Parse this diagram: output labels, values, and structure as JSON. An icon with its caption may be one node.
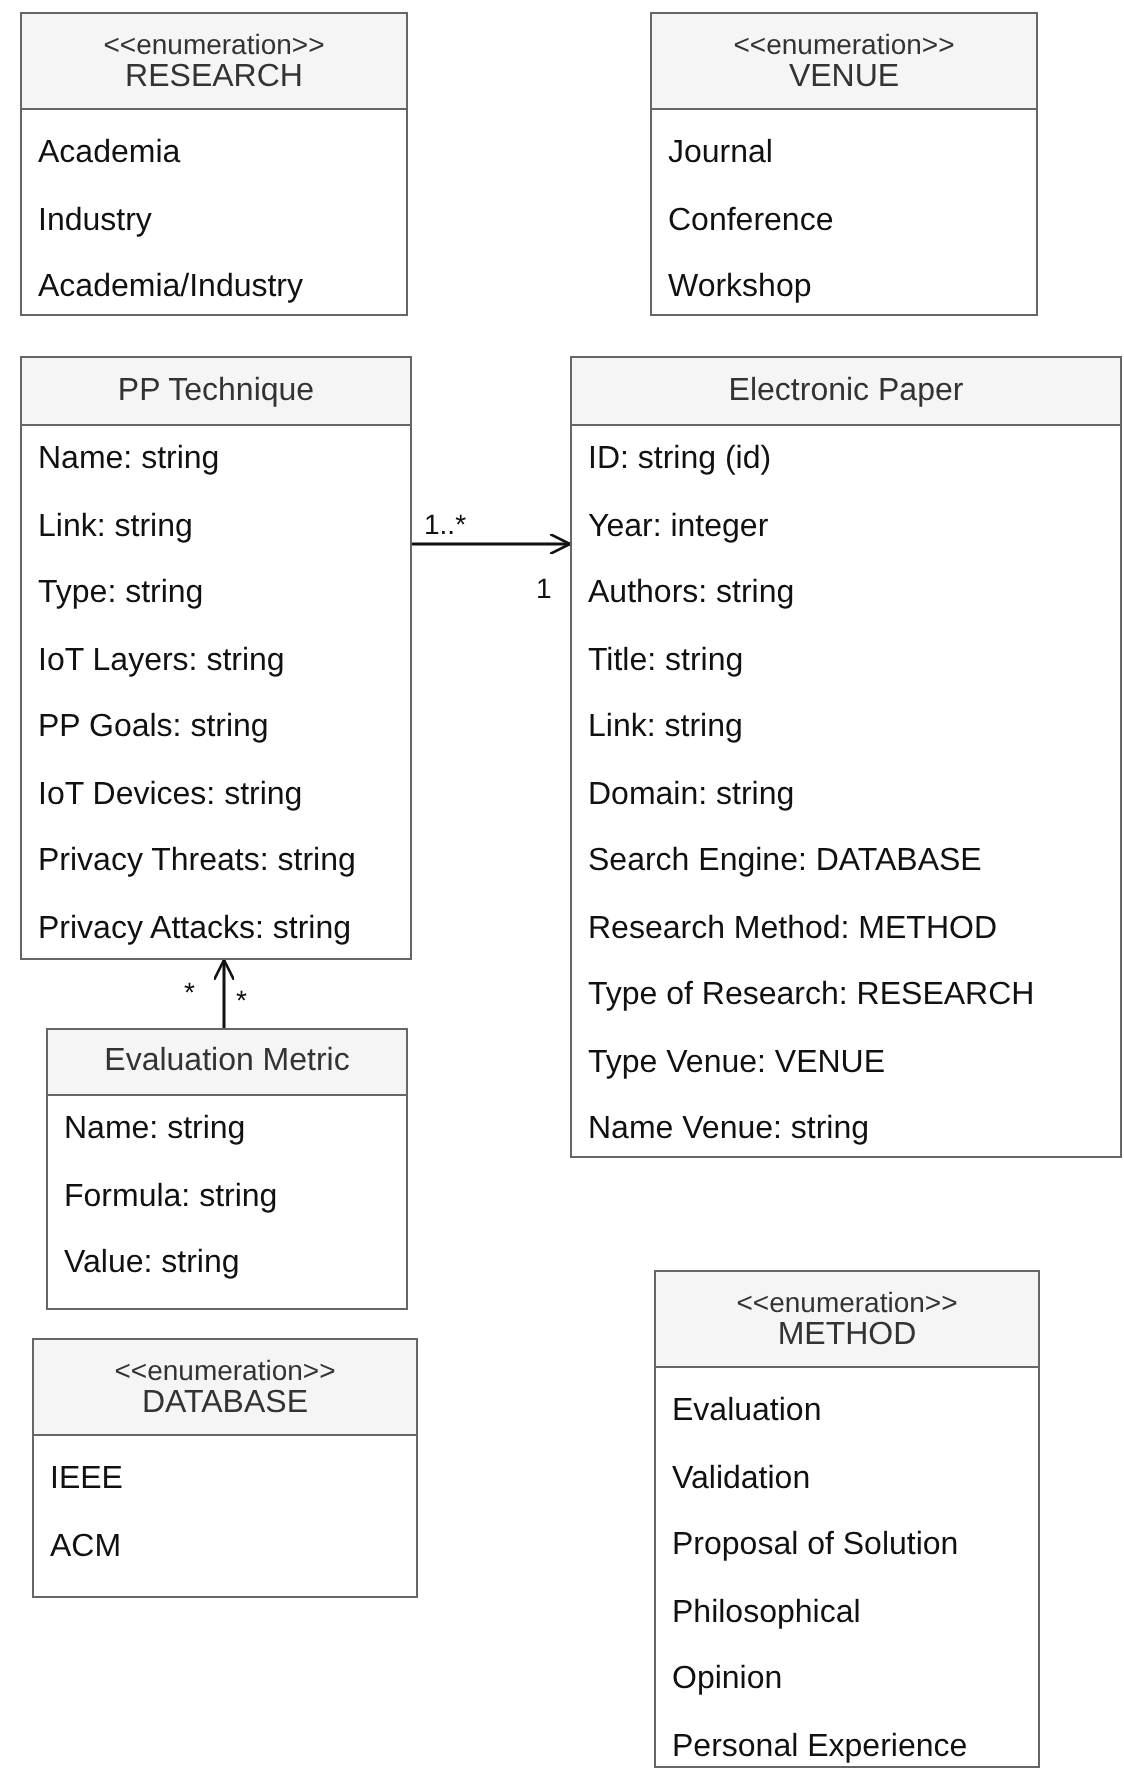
{
  "diagram": {
    "nodes": [
      {
        "text": [
          "<<enumeration>>",
          "RESEARCH",
          "Academia",
          "Industry",
          "Academia/Industry"
        ]
      },
      {
        "text": [
          "<<enumeration>>",
          "VENUE",
          "Journal",
          "Conference",
          "Workshop"
        ]
      },
      {
        "text": [
          "PP Technique",
          "Name: string",
          "Link: string",
          "Type: string",
          "IoT Layers: string",
          "PP Goals: string",
          "IoT Devices: string",
          "Privacy Threats: string",
          "Privacy Attacks: string"
        ]
      },
      {
        "text": [
          "Electronic Paper",
          "ID: string (id)",
          "Year: integer",
          "Authors: string",
          "Title: string",
          "Link: string",
          "Domain: string",
          "Search Engine: DATABASE",
          "Research Method: METHOD",
          "Type of Research: RESEARCH",
          "Type Venue: VENUE",
          "Name Venue: string"
        ]
      },
      {
        "text": [
          "Evaluation Metric",
          "Name: string",
          "Formula: string",
          "Value: string"
        ]
      },
      {
        "text": [
          "<<enumeration>>",
          "DATABASE",
          "IEEE",
          "ACM"
        ]
      },
      {
        "text": [
          "<<enumeration>>",
          "METHOD",
          "Evaluation",
          "Validation",
          "Proposal of Solution",
          "Philosophical",
          "Opinion",
          "Personal Experience"
        ]
      }
    ],
    "edges": [
      {
        "from": 2,
        "to": 3,
        "arrow": "to"
      },
      {
        "from": 4,
        "to": 2,
        "arrow": "to"
      }
    ],
    "labels": [
      "1..*",
      "1",
      "*",
      "*"
    ]
  }
}
